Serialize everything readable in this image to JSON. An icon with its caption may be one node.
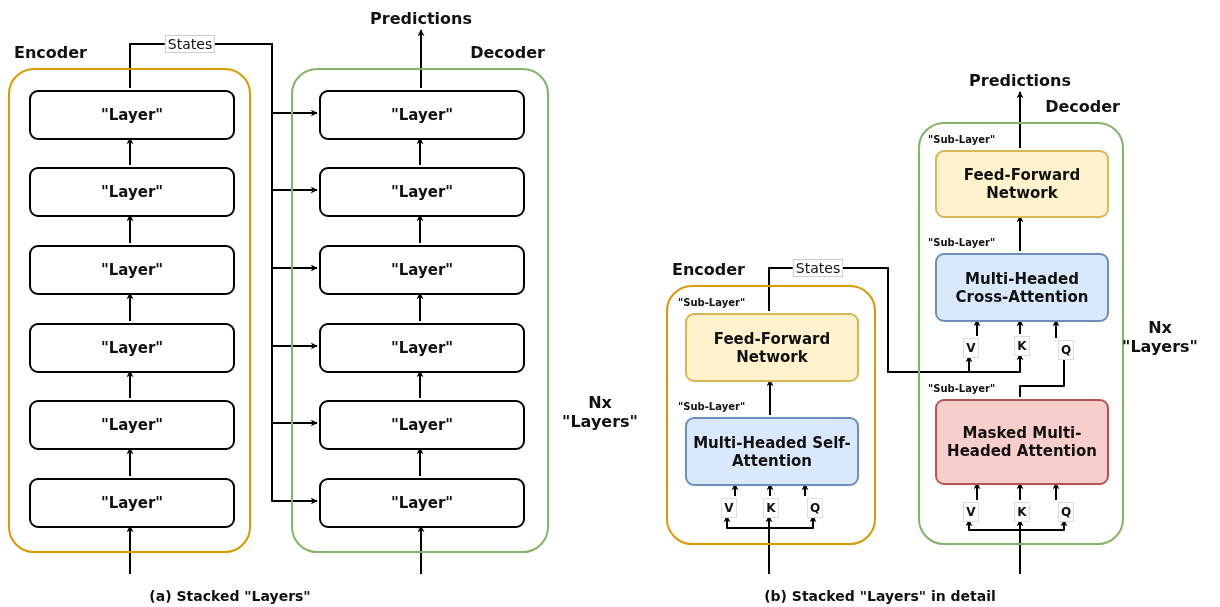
{
  "diagram": {
    "nodes": [
      {
        "text": [
          "Encoder"
        ]
      },
      {
        "text": [
          "\"Layer\""
        ],
        "in": 0
      },
      {
        "text": [
          "\"Layer\""
        ],
        "in": 0
      },
      {
        "text": [
          "\"Layer\""
        ],
        "in": 0
      },
      {
        "text": [
          "\"Layer\""
        ],
        "in": 0
      },
      {
        "text": [
          "\"Layer\""
        ],
        "in": 0
      },
      {
        "text": [
          "\"Layer\""
        ],
        "in": 0
      },
      {
        "text": [
          "Decoder"
        ]
      },
      {
        "text": [
          "\"Layer\""
        ],
        "in": 7
      },
      {
        "text": [
          "\"Layer\""
        ],
        "in": 7
      },
      {
        "text": [
          "\"Layer\""
        ],
        "in": 7
      },
      {
        "text": [
          "\"Layer\""
        ],
        "in": 7
      },
      {
        "text": [
          "\"Layer\""
        ],
        "in": 7
      },
      {
        "text": [
          "\"Layer\""
        ],
        "in": 7
      },
      {
        "text": [
          "Predictions"
        ]
      },
      {
        "text": [
          "Encoder"
        ]
      },
      {
        "text": [
          "Feed-Forward Network"
        ],
        "in": 15,
        "beside": [
          "\"Sub-Layer\""
        ]
      },
      {
        "text": [
          "Multi-Headed Self-Attention"
        ],
        "in": 15,
        "beside": [
          "\"Sub-Layer\""
        ]
      },
      {
        "text": [
          "V"
        ],
        "in": 15
      },
      {
        "text": [
          "K"
        ],
        "in": 15
      },
      {
        "text": [
          "Q"
        ],
        "in": 15
      },
      {
        "text": [
          "Predictions"
        ]
      },
      {
        "text": [
          "Decoder"
        ]
      },
      {
        "text": [
          "Feed-Forward Network"
        ],
        "in": 22,
        "beside": [
          "\"Sub-Layer\""
        ]
      },
      {
        "text": [
          "Multi-Headed Cross-Attention"
        ],
        "in": 22,
        "beside": [
          "\"Sub-Layer\""
        ]
      },
      {
        "text": [
          "V"
        ],
        "in": 22
      },
      {
        "text": [
          "K"
        ],
        "in": 22
      },
      {
        "text": [
          "Q"
        ],
        "in": 22
      },
      {
        "text": [
          "Masked Multi-Headed Attention"
        ],
        "in": 22,
        "beside": [
          "\"Sub-Layer\""
        ]
      },
      {
        "text": [
          "V"
        ],
        "in": 22
      },
      {
        "text": [
          "K"
        ],
        "in": 22
      },
      {
        "text": [
          "Q"
        ],
        "in": 22
      }
    ],
    "edges": [
      {
        "from": null,
        "to": 6,
        "arrow": "to"
      },
      {
        "from": 6,
        "to": 5,
        "arrow": "to"
      },
      {
        "from": 5,
        "to": 4,
        "arrow": "to"
      },
      {
        "from": 4,
        "to": 3,
        "arrow": "to"
      },
      {
        "from": 3,
        "to": 2,
        "arrow": "to"
      },
      {
        "from": 2,
        "to": 1,
        "arrow": "to"
      },
      {
        "from": 1,
        "to": 8,
        "label": "States",
        "arrow": "to"
      },
      {
        "from": 1,
        "to": 9,
        "arrow": "to"
      },
      {
        "from": 1,
        "to": 10,
        "arrow": "to"
      },
      {
        "from": 1,
        "to": 11,
        "arrow": "to"
      },
      {
        "from": 1,
        "to": 12,
        "arrow": "to"
      },
      {
        "from": 1,
        "to": 13,
        "arrow": "to"
      },
      {
        "from": null,
        "to": 13,
        "arrow": "to"
      },
      {
        "from": 13,
        "to": 12,
        "arrow": "to"
      },
      {
        "from": 12,
        "to": 11,
        "arrow": "to"
      },
      {
        "from": 11,
        "to": 10,
        "arrow": "to"
      },
      {
        "from": 10,
        "to": 9,
        "arrow": "to"
      },
      {
        "from": 9,
        "to": 8,
        "arrow": "to"
      },
      {
        "from": 8,
        "to": 14,
        "arrow": "to"
      },
      {
        "from": null,
        "to": 18,
        "arrow": "to"
      },
      {
        "from": null,
        "to": 19,
        "arrow": "to"
      },
      {
        "from": null,
        "to": 20,
        "arrow": "to"
      },
      {
        "from": 18,
        "to": 17,
        "arrow": "to"
      },
      {
        "from": 19,
        "to": 17,
        "arrow": "to"
      },
      {
        "from": 20,
        "to": 17,
        "arrow": "to"
      },
      {
        "from": 17,
        "to": 16,
        "arrow": "to"
      },
      {
        "from": 16,
        "to": 25,
        "label": "States",
        "arrow": "to"
      },
      {
        "from": 16,
        "to": 26,
        "arrow": "to"
      },
      {
        "from": 25,
        "to": 24,
        "arrow": "to"
      },
      {
        "from": 26,
        "to": 24,
        "arrow": "to"
      },
      {
        "from": 28,
        "to": 27,
        "arrow": "none"
      },
      {
        "from": 27,
        "to": 24,
        "arrow": "to"
      },
      {
        "from": 24,
        "to": 23,
        "arrow": "to"
      },
      {
        "from": 23,
        "to": 21,
        "arrow": "to"
      },
      {
        "from": null,
        "to": 29,
        "arrow": "to"
      },
      {
        "from": null,
        "to": 30,
        "arrow": "to"
      },
      {
        "from": null,
        "to": 31,
        "arrow": "to"
      },
      {
        "from": 29,
        "to": 28,
        "arrow": "to"
      },
      {
        "from": 30,
        "to": 28,
        "arrow": "to"
      },
      {
        "from": 31,
        "to": 28,
        "arrow": "to"
      }
    ],
    "labels": [
      "Nx \"Layers\"",
      "Nx \"Layers\"",
      "(a) Stacked \"Layers\"",
      "(b) Stacked \"Layers\" in detail"
    ]
  }
}
